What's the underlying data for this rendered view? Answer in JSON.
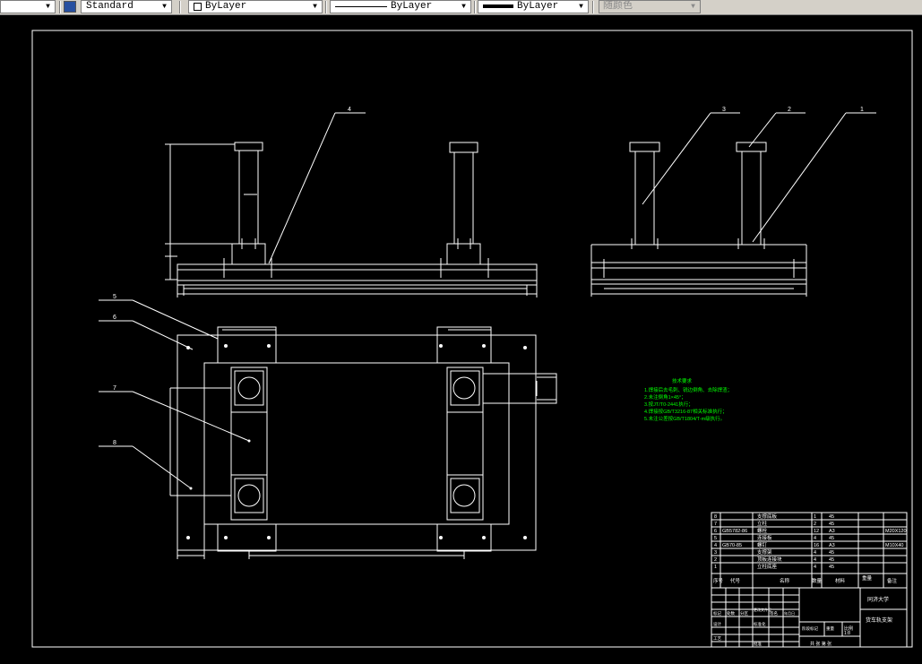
{
  "toolbar": {
    "text_style": "Standard",
    "layer": "ByLayer",
    "linetype": "ByLayer",
    "lineweight": "ByLayer",
    "plot_style": "随颜色"
  },
  "colors": {
    "background": "#000000",
    "lines": "#ffffff",
    "notes": "#00ff00"
  },
  "notes": {
    "title": "技术要求",
    "lines": [
      "1.焊接后去毛刺、锐边倒角、去除焊渣；",
      "2.未注倒角1×45°；",
      "3.按JT/T0-2441执行；",
      "4.焊接按GB/T3216-87相关标准执行；",
      "5.未注公差按GB/T1804/T-m级执行。"
    ]
  },
  "balloons": {
    "elevation": [
      "4"
    ],
    "side": [
      "3",
      "2",
      "1"
    ],
    "plan": [
      "5",
      "6",
      "7",
      "8"
    ]
  },
  "bom": {
    "rows": [
      {
        "no": "8",
        "code": "",
        "name": "支撑底板",
        "qty": "1",
        "mat": "45",
        "note": ""
      },
      {
        "no": "7",
        "code": "",
        "name": "立柱",
        "qty": "2",
        "mat": "45",
        "note": ""
      },
      {
        "no": "6",
        "code": "GB5782-86",
        "name": "螺栓",
        "qty": "12",
        "mat": "A3",
        "note": "M20X120"
      },
      {
        "no": "5",
        "code": "",
        "name": "连接板",
        "qty": "4",
        "mat": "45",
        "note": ""
      },
      {
        "no": "4",
        "code": "GB70-85",
        "name": "螺钉",
        "qty": "16",
        "mat": "A3",
        "note": "M10X40"
      },
      {
        "no": "3",
        "code": "",
        "name": "支撑架",
        "qty": "4",
        "mat": "45",
        "note": ""
      },
      {
        "no": "2",
        "code": "",
        "name": "顶板连接块",
        "qty": "4",
        "mat": "45",
        "note": ""
      },
      {
        "no": "1",
        "code": "",
        "name": "立柱底座",
        "qty": "4",
        "mat": "45",
        "note": ""
      }
    ],
    "header": {
      "no": "序号",
      "code": "代号",
      "name": "名称",
      "qty": "数量",
      "mat": "材料",
      "weight": "重量",
      "note": "备注"
    },
    "title_block": {
      "school": "同济大学",
      "drawing": "货车轨支架",
      "stage": "阶段标记",
      "weight": "重量",
      "scale": "比例",
      "scale_value": "1:8",
      "sheets": "共 张 第 张",
      "designer": "设计",
      "standard": "标准化",
      "process": "工艺",
      "approve": "批准",
      "mark": "标记",
      "count": "处数",
      "zone": "分区",
      "change": "更改文件号",
      "signature": "签名",
      "date": "年月日"
    }
  }
}
